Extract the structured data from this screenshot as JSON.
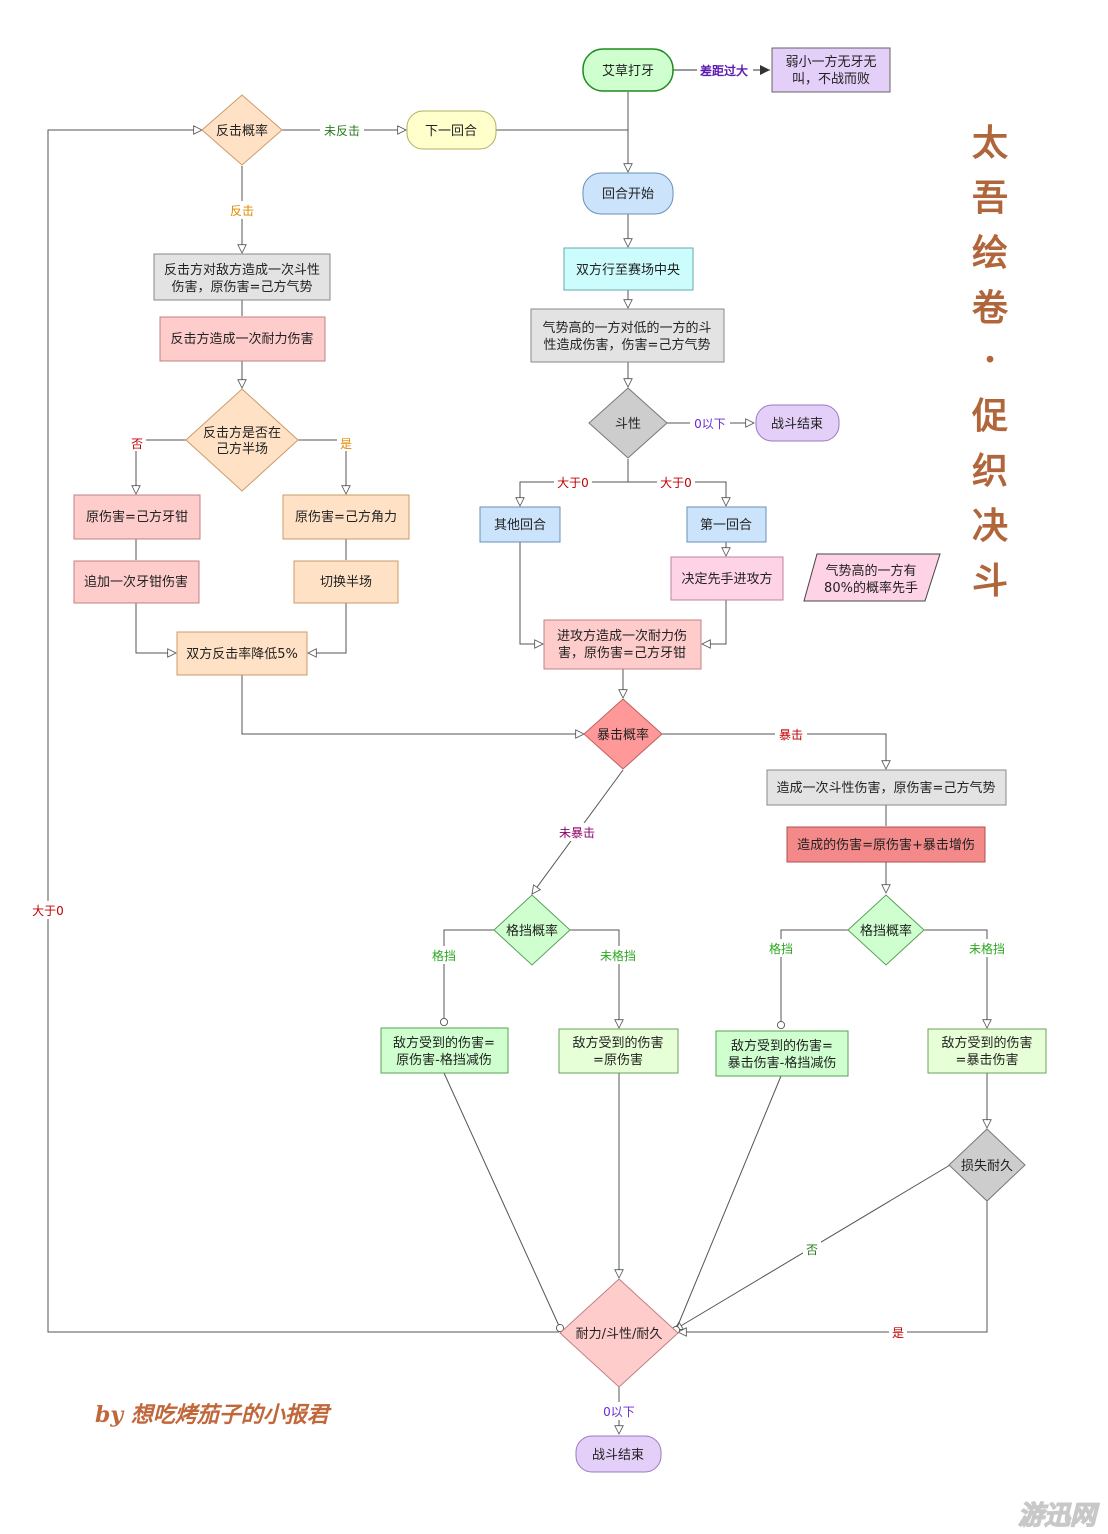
{
  "nodes": {
    "start": "艾草打牙",
    "weak": [
      "弱小一方无牙无",
      "叫，不战而败"
    ],
    "round_start": "回合开始",
    "to_center": "双方行至赛场中央",
    "momentum_dmg": [
      "气势高的一方对低的一方的斗",
      "性造成伤害，伤害=己方气势"
    ],
    "fight": "斗性",
    "end_top": "战斗结束",
    "other_round": "其他回合",
    "first_round": "第一回合",
    "decide_first": "决定先手进攻方",
    "note": [
      "气势高的一方有",
      "80%的概率先手"
    ],
    "attack": [
      "进攻方造成一次耐力伤",
      "害，原伤害=己方牙钳"
    ],
    "crit_rate": "暴击概率",
    "crit_momentum": "造成一次斗性伤害，原伤害=己方气势",
    "crit_total": "造成的伤害=原伤害+暴击增伤",
    "block_left": "格挡概率",
    "block_right": "格挡概率",
    "res_a": [
      "敌方受到的伤害=",
      "原伤害-格挡减伤"
    ],
    "res_b": [
      "敌方受到的伤害",
      "=原伤害"
    ],
    "res_c": [
      "敌方受到的伤害=",
      "暴击伤害-格挡减伤"
    ],
    "res_d": [
      "敌方受到的伤害",
      "=暴击伤害"
    ],
    "lose_dur": "损失耐久",
    "stats": "耐力/斗性/耐久",
    "end_bottom": "战斗结束",
    "counter_rate": "反击概率",
    "next_round": "下一回合",
    "counter_fight": [
      "反击方对敌方造成一次斗性",
      "伤害，原伤害=己方气势"
    ],
    "counter_stam": "反击方造成一次耐力伤害",
    "own_half": [
      "反击方是否在",
      "己方半场"
    ],
    "orig_jaw": "原伤害=己方牙钳",
    "orig_horn": "原伤害=己方角力",
    "extra_jaw": "追加一次牙钳伤害",
    "switch_half": "切换半场",
    "reduce_counter": "双方反击率降低5%"
  },
  "edge_labels": {
    "gap": "差距过大",
    "no_counter": "未反击",
    "counter": "反击",
    "no": "否",
    "yes": "是",
    "le0_fight": "0以下",
    "gt0_left": "大于0",
    "gt0_right": "大于0",
    "crit": "暴击",
    "no_crit": "未暴击",
    "block_l": "格挡",
    "noblock_l": "未格挡",
    "block_r": "格挡",
    "noblock_r": "未格挡",
    "dur_no": "否",
    "dur_yes": "是",
    "gt0_loop": "大于0",
    "le0_end": "0以下"
  },
  "title_chars": [
    "太",
    "吾",
    "绘",
    "卷",
    "·",
    "促",
    "织",
    "决",
    "斗"
  ],
  "signature": "by 想吃烤茄子的小报君",
  "watermark": "游迅网",
  "colors": {
    "green_node": "#cfffcf",
    "purple_node": "#e3cff7",
    "blue_node": "#cbe4fb",
    "cyan_node": "#ccfcfc",
    "gray_node": "#e3e3e3",
    "pink_node": "#ffcccc",
    "peach_node": "#ffe2c6",
    "yellow_node": "#ffffcc",
    "red_diamond": "#ff9999",
    "gray_diamond": "#cdcdcd",
    "title": "#b0653a"
  }
}
